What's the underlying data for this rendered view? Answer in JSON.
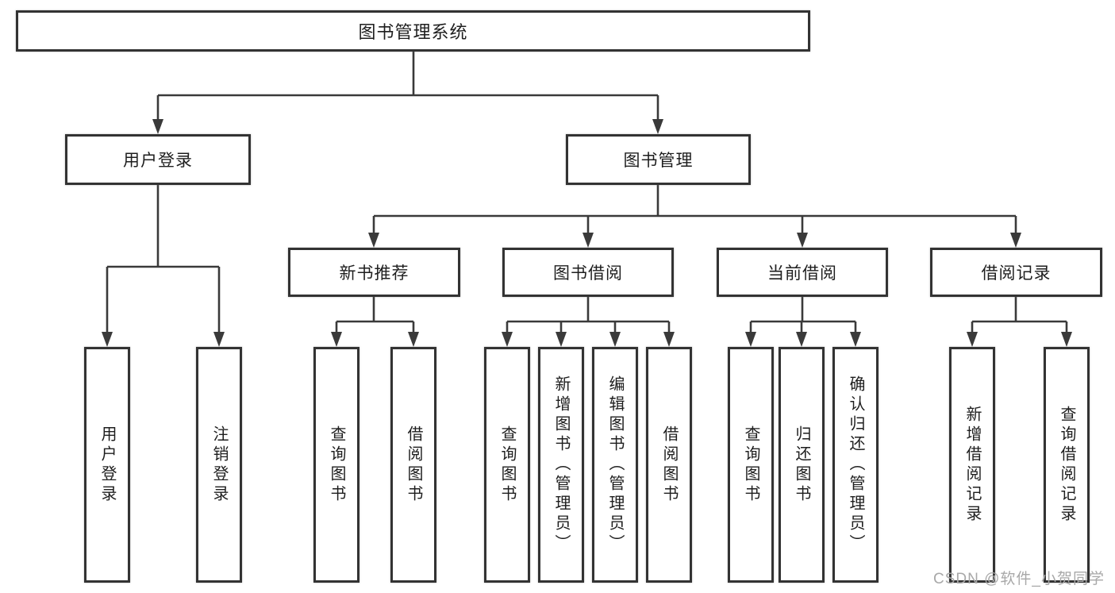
{
  "diagram": {
    "root": {
      "label": "图书管理系统"
    },
    "branches": [
      {
        "label": "用户登录",
        "items": [
          "用户登录",
          "注销登录"
        ]
      },
      {
        "label": "图书管理",
        "sections": [
          {
            "label": "新书推荐",
            "items": [
              "查询图书",
              "借阅图书"
            ]
          },
          {
            "label": "图书借阅",
            "items": [
              "查询图书",
              "新增图书（管理员）",
              "编辑图书（管理员）",
              "借阅图书"
            ]
          },
          {
            "label": "当前借阅",
            "items": [
              "查询图书",
              "归还图书",
              "确认归还（管理员）"
            ]
          },
          {
            "label": "借阅记录",
            "items": [
              "新增借阅记录",
              "查询借阅记录"
            ]
          }
        ]
      }
    ]
  },
  "watermark": {
    "text": "CSDN @软件_小贺同学"
  },
  "colors": {
    "line": "#3a3a3a",
    "box_border": "#333333",
    "text": "#1e1e1e",
    "watermark": "#a8a8a8",
    "background": "#ffffff"
  }
}
